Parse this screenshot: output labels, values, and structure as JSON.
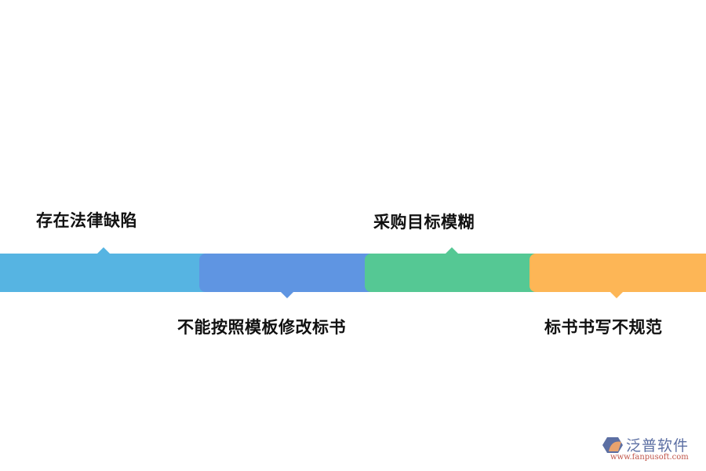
{
  "diagram": {
    "type": "horizontal-timeline",
    "steps": [
      {
        "label": "存在法律缺陷",
        "color": "#56b4e2",
        "label_position": "above"
      },
      {
        "label": "不能按照模板修改标书",
        "color": "#5f95e2",
        "label_position": "below"
      },
      {
        "label": "采购目标模糊",
        "color": "#55c894",
        "label_position": "above"
      },
      {
        "label": "标书书写不规范",
        "color": "#fdb656",
        "label_position": "below"
      }
    ]
  },
  "watermark": {
    "name": "泛普软件",
    "url": "www.fanpusoft.com",
    "icon": "fanpu-logo-icon"
  }
}
